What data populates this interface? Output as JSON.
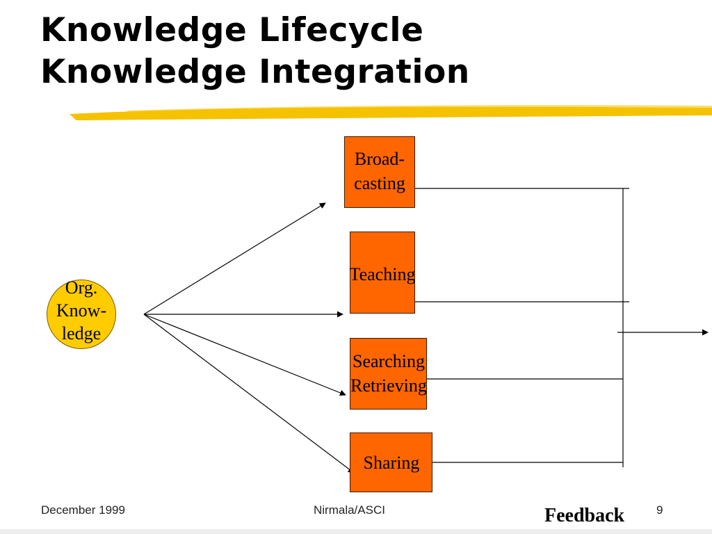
{
  "slide": {
    "title_line1": "Knowledge Lifecycle",
    "title_line2": "Knowledge Integration"
  },
  "diagram": {
    "source": {
      "line1": "Org.",
      "line2": "Know-",
      "line3": "ledge",
      "fill": "#ffcc00"
    },
    "box_fill": "#ff6600",
    "accent_brush": "#f5c200",
    "activities": {
      "broadcasting": {
        "line1": "Broad-",
        "line2": "casting"
      },
      "teaching": {
        "label": "Teaching"
      },
      "searching": {
        "line1": "Searching",
        "line2": "Retrieving"
      },
      "sharing": {
        "label": "Sharing"
      }
    },
    "feedback_label": "Feedback"
  },
  "footer": {
    "date": "December 1999",
    "author": "Nirmala/ASCI",
    "page_number": "9"
  }
}
